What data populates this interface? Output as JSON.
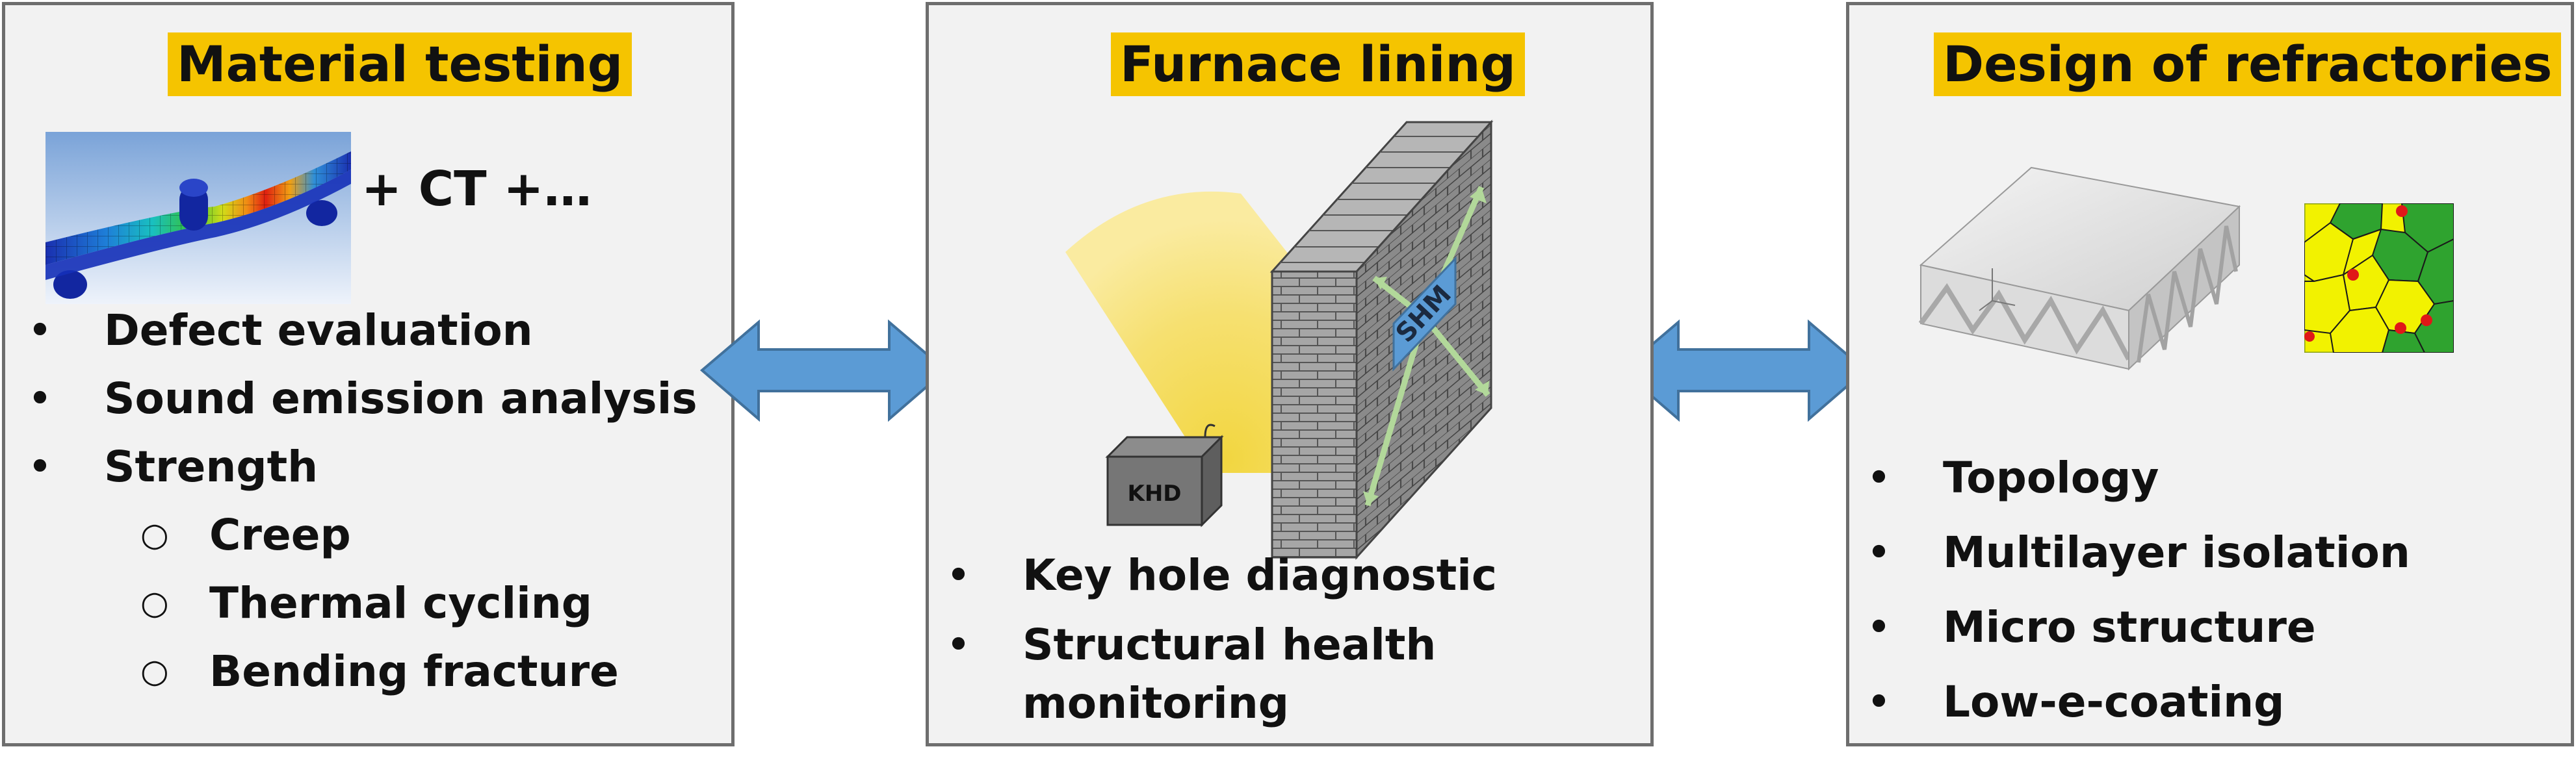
{
  "panels": {
    "material": {
      "title": "Material testing",
      "extra": "+  CT +…",
      "items": [
        {
          "text": "Defect evaluation",
          "level": 1
        },
        {
          "text": "Sound emission analysis",
          "level": 1
        },
        {
          "text": "Strength",
          "level": 1
        },
        {
          "text": "Creep",
          "level": 2
        },
        {
          "text": "Thermal cycling",
          "level": 2
        },
        {
          "text": "Bending fracture",
          "level": 2
        }
      ]
    },
    "furnace": {
      "title": "Furnace lining",
      "camera_label": "KHD",
      "sensor_label": "SHM",
      "items": [
        {
          "text": "Key hole diagnostic"
        },
        {
          "text": "Structural health monitoring"
        }
      ]
    },
    "design": {
      "title": "Design of refractories",
      "items": [
        {
          "text": "Topology"
        },
        {
          "text": "Multilayer isolation"
        },
        {
          "text": "Micro structure"
        },
        {
          "text": "Low-e-coating"
        }
      ]
    }
  },
  "colors": {
    "title_highlight": "#f5c400",
    "arrow_fill": "#5b9bd5",
    "arrow_stroke": "#41719c",
    "panel_bg": "#f2f2f2",
    "panel_border": "#6e6e6e"
  }
}
